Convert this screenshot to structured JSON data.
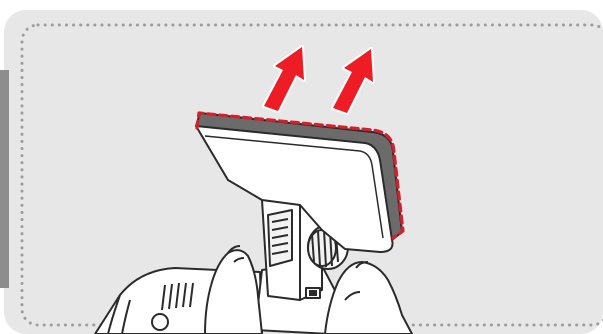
{
  "illustration": {
    "subject": "dashcam-mount-adhesive-pad-removal",
    "icons": [
      "up-arrow-icon",
      "up-arrow-icon",
      "adhesive-pad",
      "dashcam-mount",
      "thumbscrew-knob",
      "hand-left",
      "hand-right",
      "dashcam-body"
    ]
  },
  "colors": {
    "background_panel": "#e7e7e7",
    "dotted_border": "#9d9d9d",
    "left_accent_bar": "#8d8d8d",
    "arrow_fill": "#ee1c24",
    "arrow_outline": "#ffffff",
    "highlight_dash": "#d81e2a",
    "adhesive_edge": "#6b6b6b",
    "outline": "#2b2b2b",
    "part_fill": "#ffffff"
  }
}
